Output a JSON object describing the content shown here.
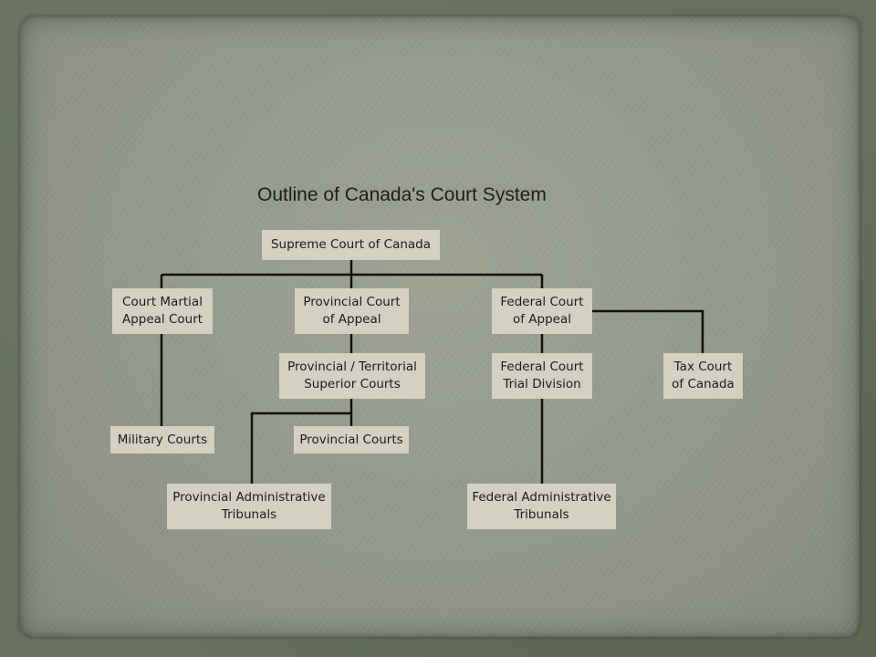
{
  "title": "Outline of Canada's Court System",
  "nodes": {
    "supreme": [
      "Supreme Court of Canada"
    ],
    "court_martial": [
      "Court Martial",
      "Appeal Court"
    ],
    "provincial_appeal": [
      "Provincial Court",
      "of Appeal"
    ],
    "federal_appeal": [
      "Federal Court",
      "of Appeal"
    ],
    "provincial_superior": [
      "Provincial / Territorial",
      "Superior Courts"
    ],
    "federal_trial": [
      "Federal Court",
      "Trial Division"
    ],
    "tax_court": [
      "Tax Court",
      "of Canada"
    ],
    "military_courts": [
      "Military Courts"
    ],
    "provincial_courts": [
      "Provincial Courts"
    ],
    "provincial_admin": [
      "Provincial Administrative",
      "Tribunals"
    ],
    "federal_admin": [
      "Federal Administrative",
      "Tribunals"
    ]
  }
}
